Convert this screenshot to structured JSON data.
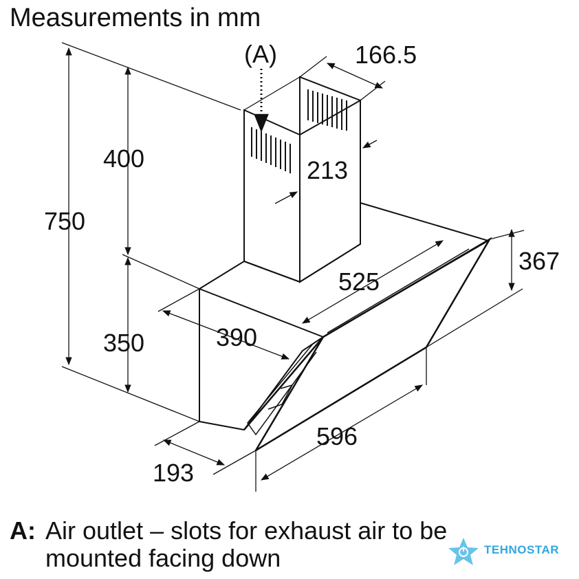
{
  "title": "Measurements in mm",
  "callout": "(A)",
  "dimensions": {
    "chimney_width": "166.5",
    "chimney_depth": "213",
    "chimney_height": "400",
    "total_height": "750",
    "hood_height": "350",
    "canopy_depth": "390",
    "glass_width": "525",
    "glass_height": "367",
    "overall_width": "596",
    "base_depth": "193"
  },
  "note": {
    "key": "A:",
    "line1": "Air outlet – slots for exhaust air to be",
    "line2": "mounted facing down"
  },
  "watermark": {
    "text": "TEHNOSTAR",
    "color": "#2fa8e0"
  }
}
